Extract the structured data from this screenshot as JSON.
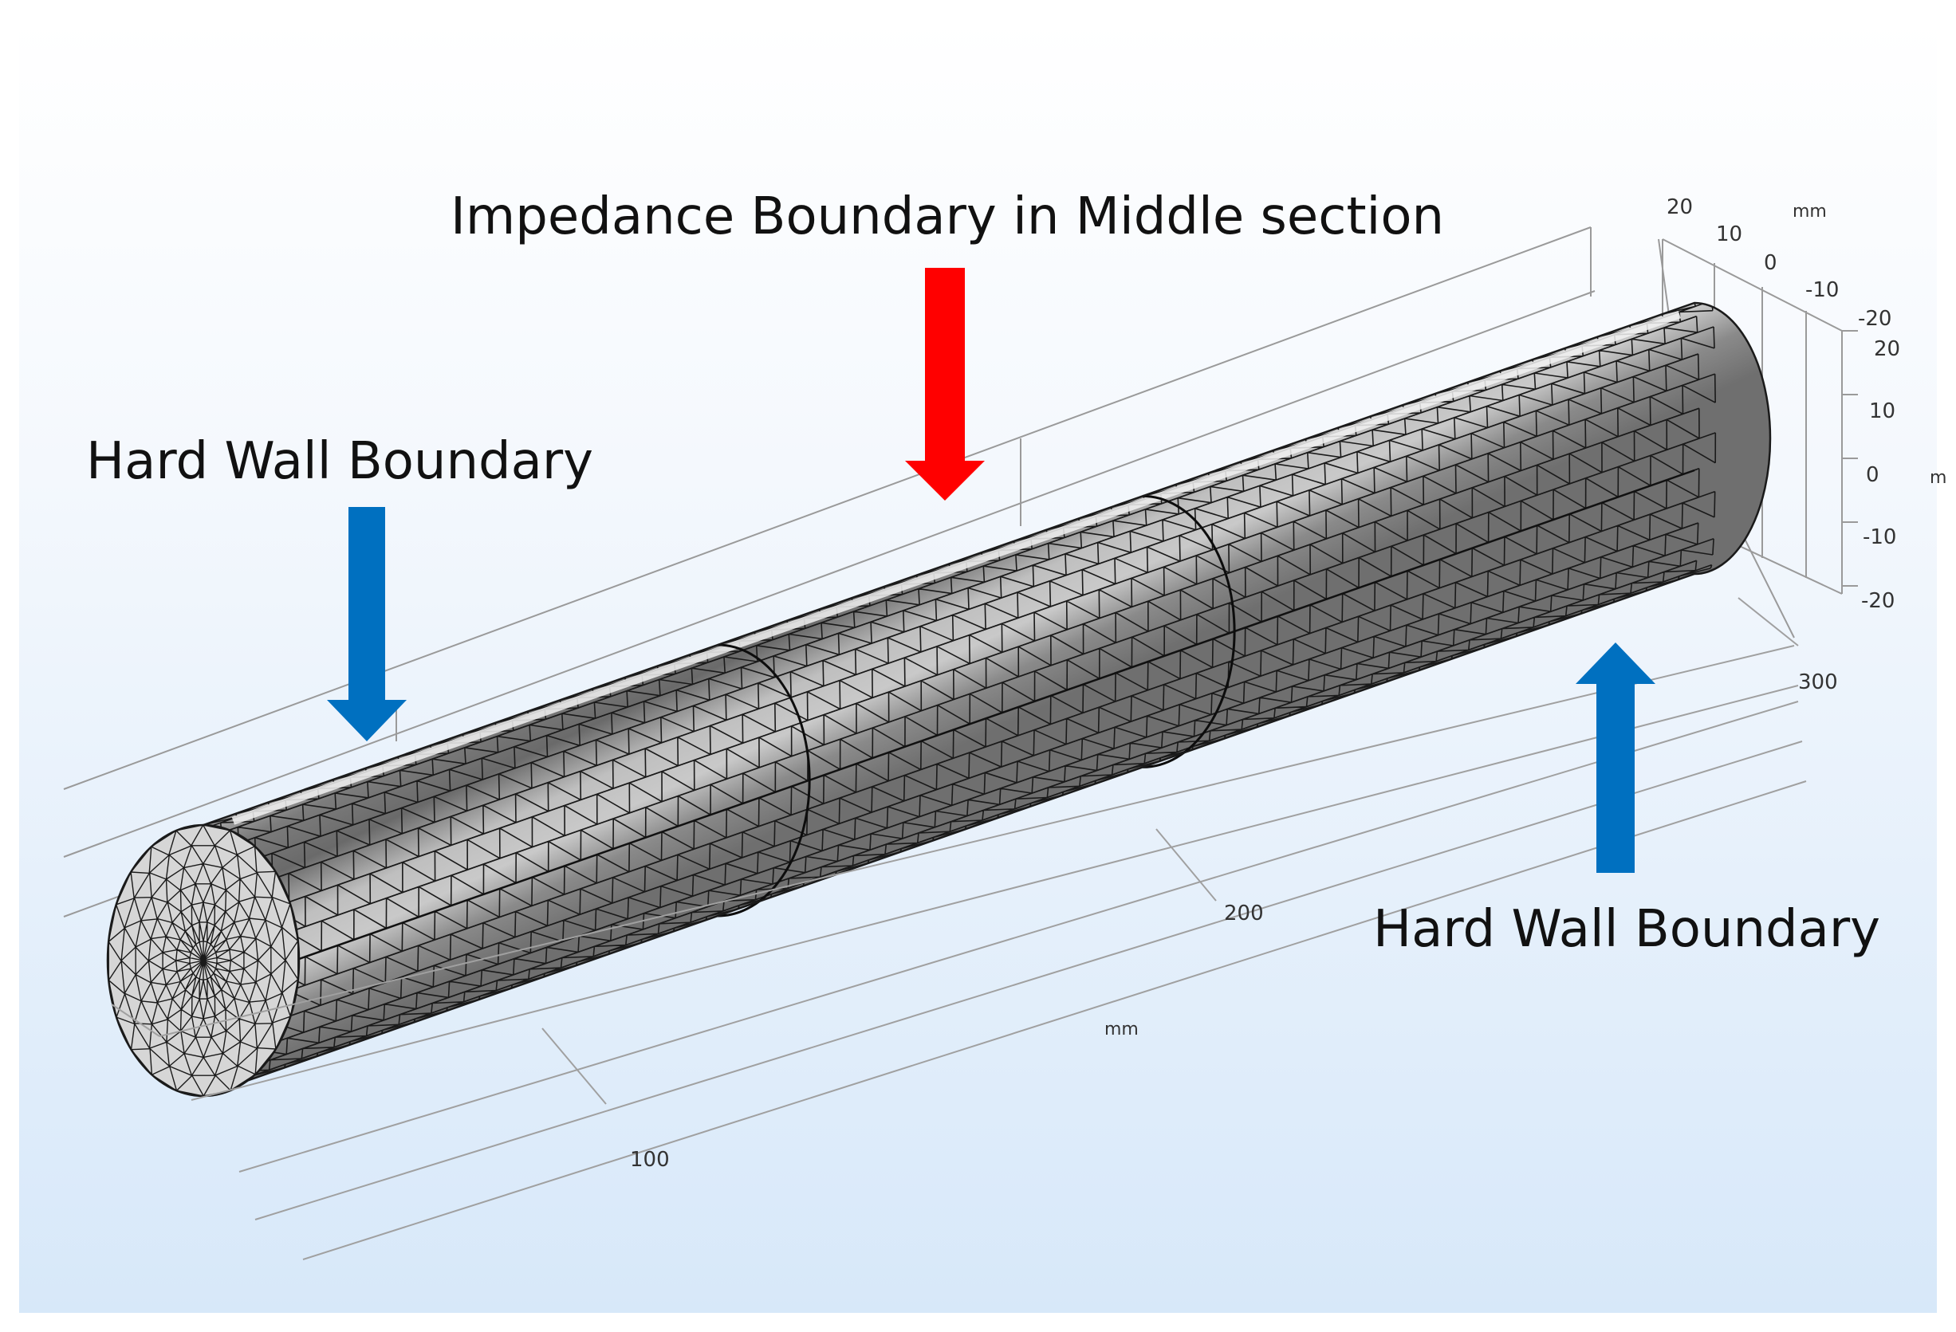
{
  "labels": {
    "impedance": "Impedance Boundary in Middle section",
    "hard_wall_left": "Hard Wall Boundary",
    "hard_wall_right": "Hard Wall Boundary"
  },
  "axes": {
    "x_ticks": [
      "100",
      "200",
      "300"
    ],
    "x_unit": "mm",
    "y_ticks": [
      "20",
      "10",
      "0",
      "-10",
      "-20"
    ],
    "y_unit": "mm",
    "z_ticks": [
      "20",
      "10",
      "0",
      "-10",
      "-20"
    ],
    "z_unit_partial": "m"
  },
  "colors": {
    "background_top": "#ffffff",
    "background_bottom": "#dcebfa",
    "impedance_arrow": "#ff0000",
    "hard_wall_arrow": "#0070c0",
    "mesh_light": "#c8c8c8",
    "mesh_dark": "#6e6e6e",
    "mesh_edge": "#1a1a1a"
  },
  "icons": {
    "impedance_arrow": "down-arrow",
    "hard_wall_left_arrow": "down-arrow",
    "hard_wall_right_arrow": "up-arrow"
  }
}
